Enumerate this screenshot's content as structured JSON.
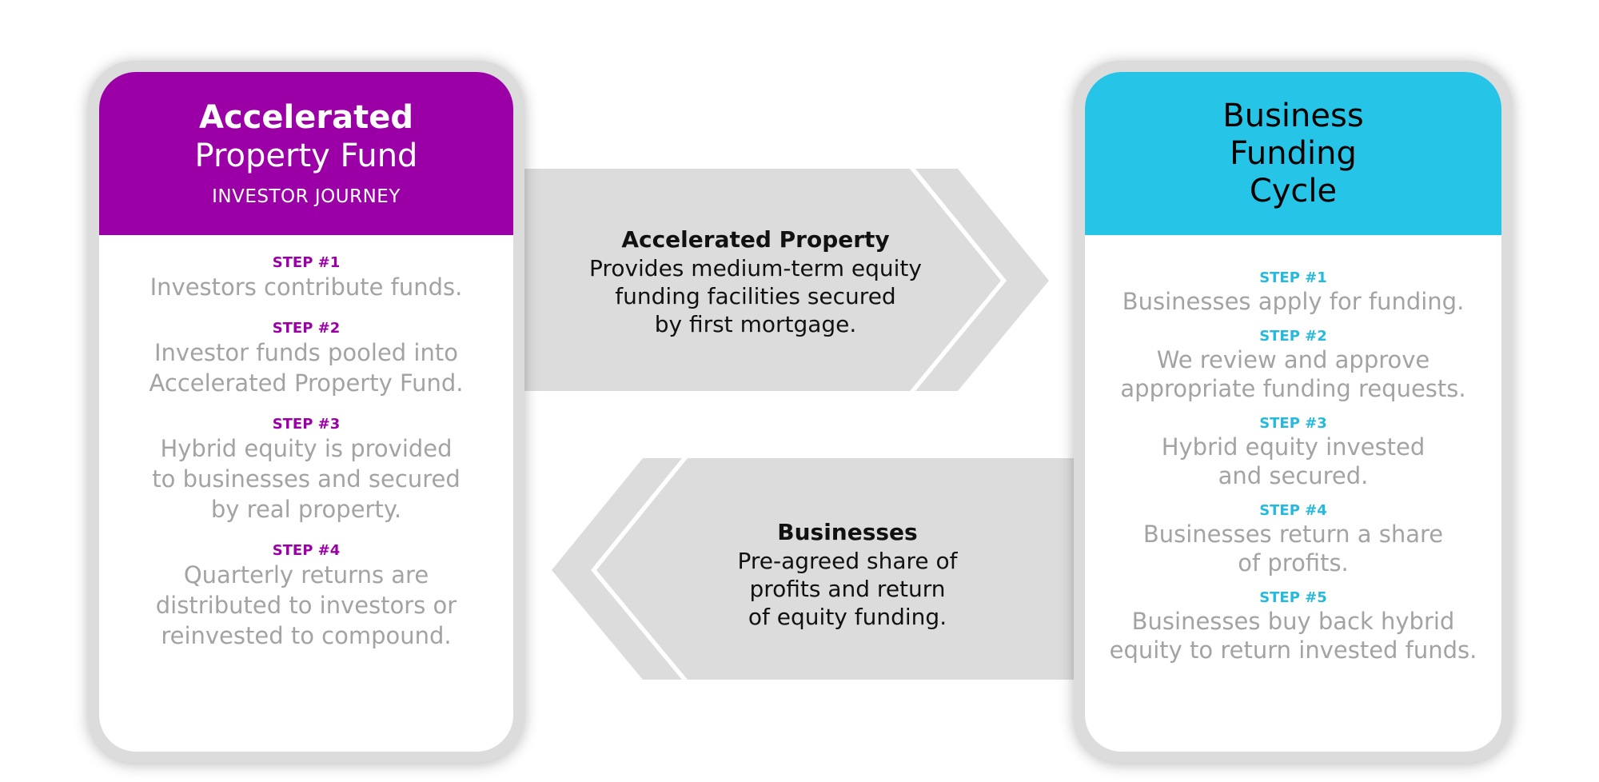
{
  "left_card": {
    "title_line1": "Accelerated",
    "title_line2": "Property Fund",
    "subtitle": "INVESTOR JOURNEY",
    "accent_color": "#9b00a7",
    "steps": [
      {
        "label": "STEP #1",
        "lines": [
          "Investors contribute funds."
        ]
      },
      {
        "label": "STEP #2",
        "lines": [
          "Investor funds pooled into",
          "Accelerated Property Fund."
        ]
      },
      {
        "label": "STEP #3",
        "lines": [
          "Hybrid equity is provided",
          "to businesses and secured",
          "by real property."
        ]
      },
      {
        "label": "STEP #4",
        "lines": [
          "Quarterly returns are",
          "distributed to investors or",
          "reinvested to compound."
        ]
      }
    ]
  },
  "right_card": {
    "title_lines": [
      "Business",
      "Funding",
      "Cycle"
    ],
    "accent_color": "#26c4e6",
    "steps": [
      {
        "label": "STEP #1",
        "lines": [
          "Businesses apply for funding."
        ]
      },
      {
        "label": "STEP #2",
        "lines": [
          "We review and approve",
          "appropriate funding requests."
        ]
      },
      {
        "label": "STEP #3",
        "lines": [
          "Hybrid equity invested",
          "and secured."
        ]
      },
      {
        "label": "STEP #4",
        "lines": [
          "Businesses return a share",
          "of profits."
        ]
      },
      {
        "label": "STEP #5",
        "lines": [
          "Businesses buy back hybrid",
          "equity to return invested funds."
        ]
      }
    ]
  },
  "top_arrow": {
    "title": "Accelerated Property",
    "lines": [
      "Provides medium-term equity",
      "funding facilities secured",
      "by first mortgage."
    ]
  },
  "bottom_arrow": {
    "title": "Businesses",
    "lines": [
      "Pre-agreed share of",
      "profits and return",
      "of equity funding."
    ]
  }
}
